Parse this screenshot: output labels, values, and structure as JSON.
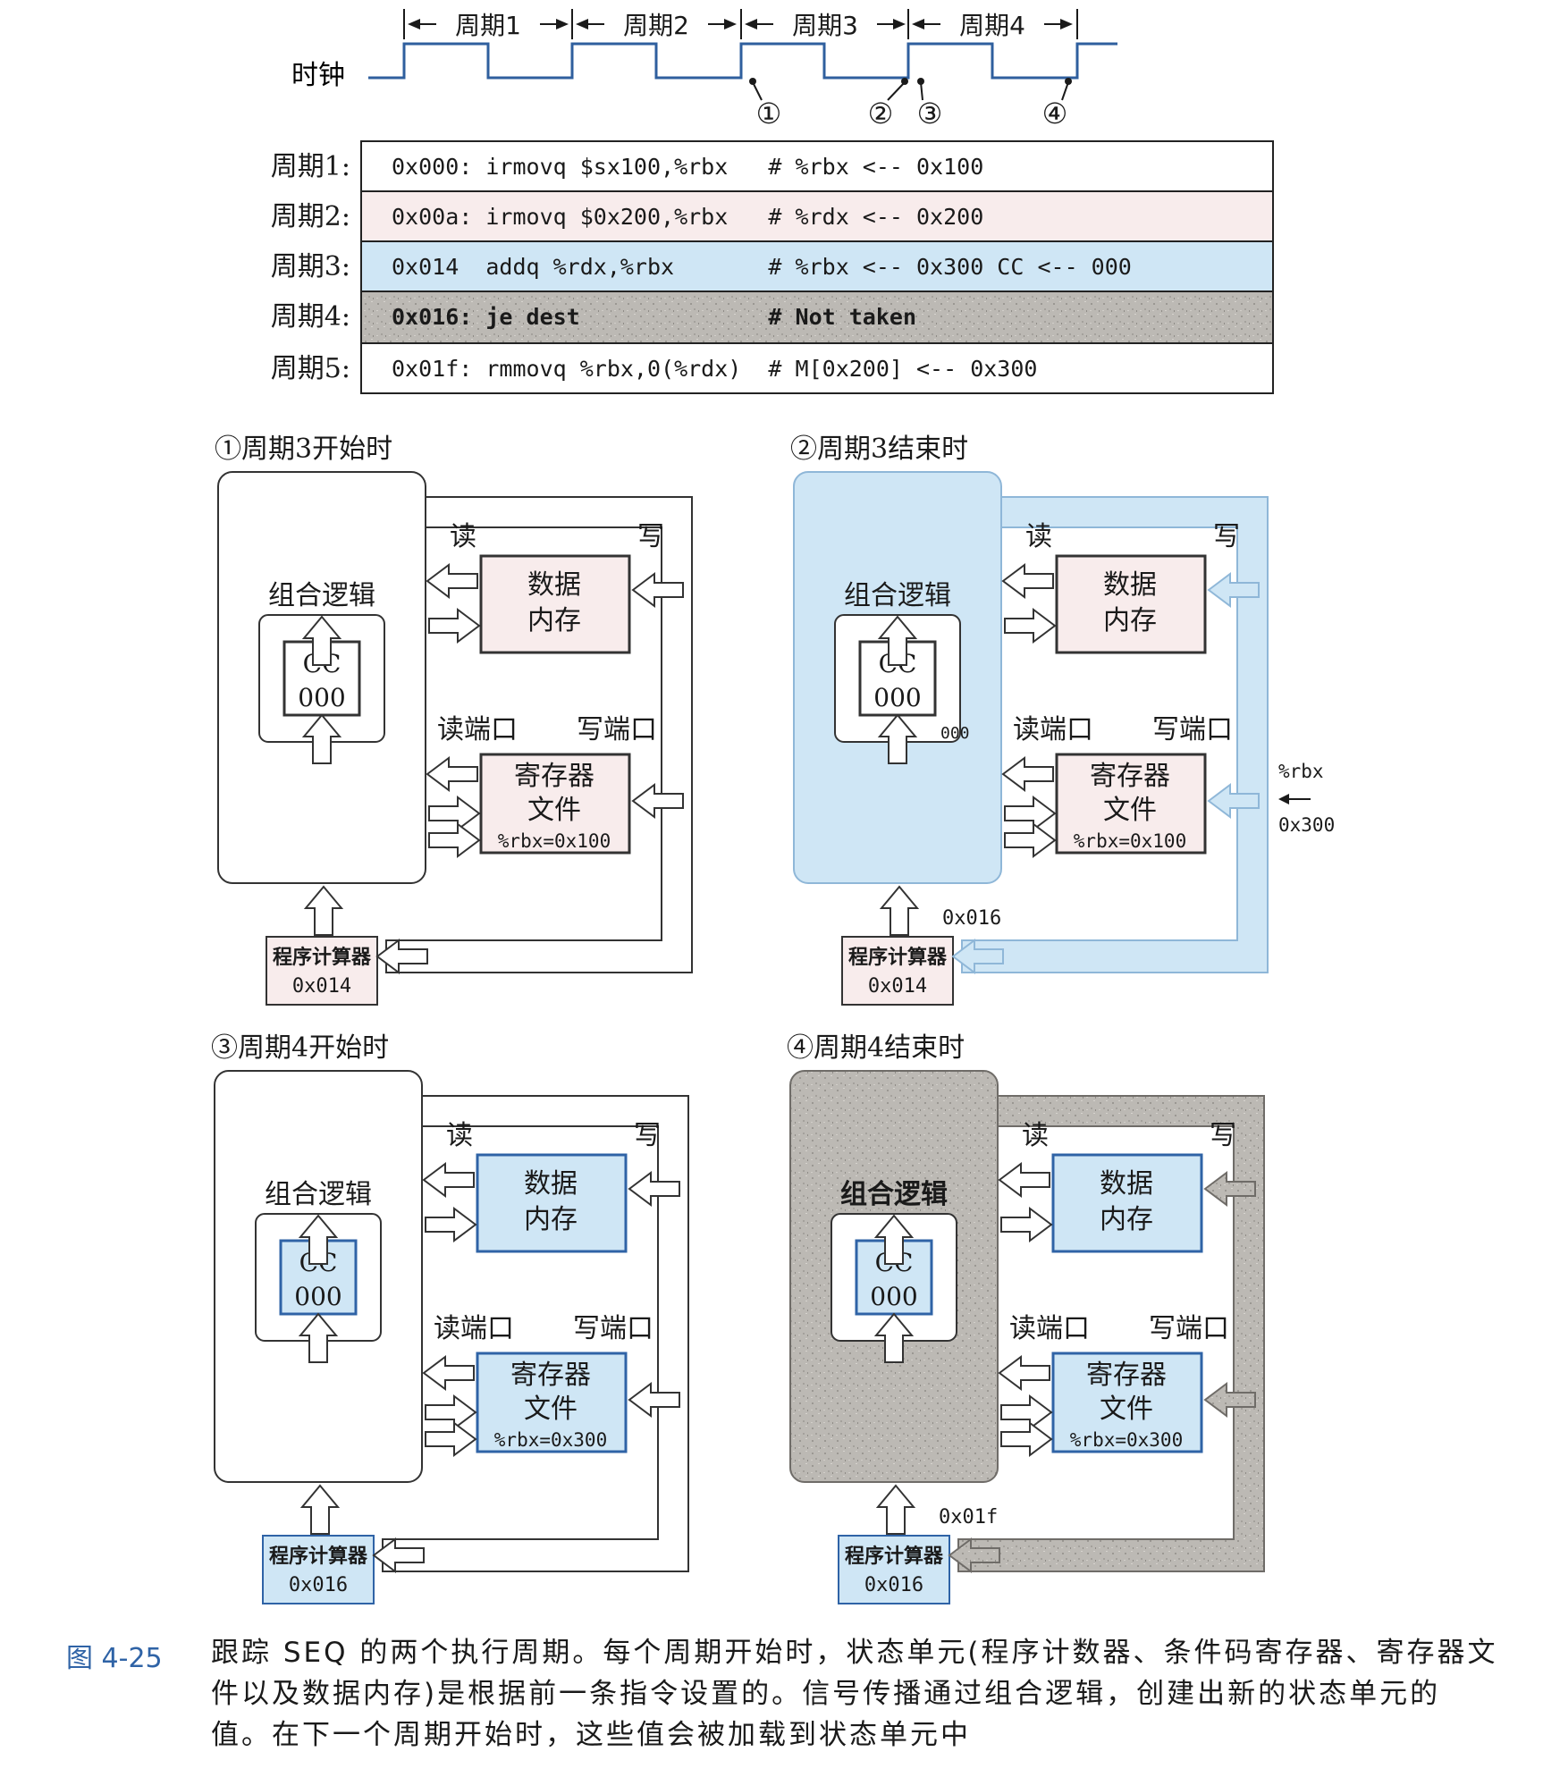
{
  "timing": {
    "clock_label": "时钟",
    "cycles": [
      "周期1",
      "周期2",
      "周期3",
      "周期4"
    ],
    "markers": [
      "①",
      "②",
      "③",
      "④"
    ]
  },
  "instructions": [
    {
      "label": "周期1:",
      "code": "0x000: irmovq $sx100,%rbx   # %rbx <-- 0x100"
    },
    {
      "label": "周期2:",
      "code": "0x00a: irmovq $0x200,%rbx   # %rdx <-- 0x200"
    },
    {
      "label": "周期3:",
      "code": "0x014  addq %rdx,%rbx       # %rbx <-- 0x300 CC <-- 000"
    },
    {
      "label": "周期4:",
      "code": "0x016: je dest              # Not taken"
    },
    {
      "label": "周期5:",
      "code": "0x01f: rmmovq %rbx,0(%rdx)  # M[0x200] <-- 0x300"
    }
  ],
  "colors": {
    "blue_fill": "#cfe6f5",
    "blue_stroke": "#2f63a6",
    "pink_fill": "#f8ecec",
    "gray_fill": "#b9b6b1",
    "gray_stroke": "#6f6c68"
  },
  "panels": [
    {
      "title": "①周期3开始时",
      "logic_label": "组合逻辑",
      "cc_label": "CC",
      "cc_value": "000",
      "cc_out": "",
      "read_label": "读",
      "write_label": "写",
      "mem_line1": "数据",
      "mem_line2": "内存",
      "read_port": "读端口",
      "write_port": "写端口",
      "reg_line1": "寄存器",
      "reg_line2": "文件",
      "reg_value": "%rbx=0x100",
      "pc_label": "程序计算器",
      "pc_value": "0x014",
      "pc_next": "",
      "wb_reg": "",
      "wb_val": ""
    },
    {
      "title": "②周期3结束时",
      "logic_label": "组合逻辑",
      "cc_label": "CC",
      "cc_value": "000",
      "cc_out": "000",
      "read_label": "读",
      "write_label": "写",
      "mem_line1": "数据",
      "mem_line2": "内存",
      "read_port": "读端口",
      "write_port": "写端口",
      "reg_line1": "寄存器",
      "reg_line2": "文件",
      "reg_value": "%rbx=0x100",
      "pc_label": "程序计算器",
      "pc_value": "0x014",
      "pc_next": "0x016",
      "wb_reg": "%rbx",
      "wb_val": "0x300"
    },
    {
      "title": "③周期4开始时",
      "logic_label": "组合逻辑",
      "cc_label": "CC",
      "cc_value": "000",
      "cc_out": "",
      "read_label": "读",
      "write_label": "写",
      "mem_line1": "数据",
      "mem_line2": "内存",
      "read_port": "读端口",
      "write_port": "写端口",
      "reg_line1": "寄存器",
      "reg_line2": "文件",
      "reg_value": "%rbx=0x300",
      "pc_label": "程序计算器",
      "pc_value": "0x016",
      "pc_next": "",
      "wb_reg": "",
      "wb_val": ""
    },
    {
      "title": "④周期4结束时",
      "logic_label": "组合逻辑",
      "cc_label": "CC",
      "cc_value": "000",
      "cc_out": "",
      "read_label": "读",
      "write_label": "写",
      "mem_line1": "数据",
      "mem_line2": "内存",
      "read_port": "读端口",
      "write_port": "写端口",
      "reg_line1": "寄存器",
      "reg_line2": "文件",
      "reg_value": "%rbx=0x300",
      "pc_label": "程序计算器",
      "pc_value": "0x016",
      "pc_next": "0x01f",
      "wb_reg": "",
      "wb_val": ""
    }
  ],
  "caption": {
    "number": "图 4-25",
    "text": "跟踪 SEQ 的两个执行周期。每个周期开始时，状态单元(程序计数器、条件码寄存器、寄存器文件以及数据内存)是根据前一条指令设置的。信号传播通过组合逻辑，创建出新的状态单元的值。在下一个周期开始时，这些值会被加载到状态单元中"
  }
}
